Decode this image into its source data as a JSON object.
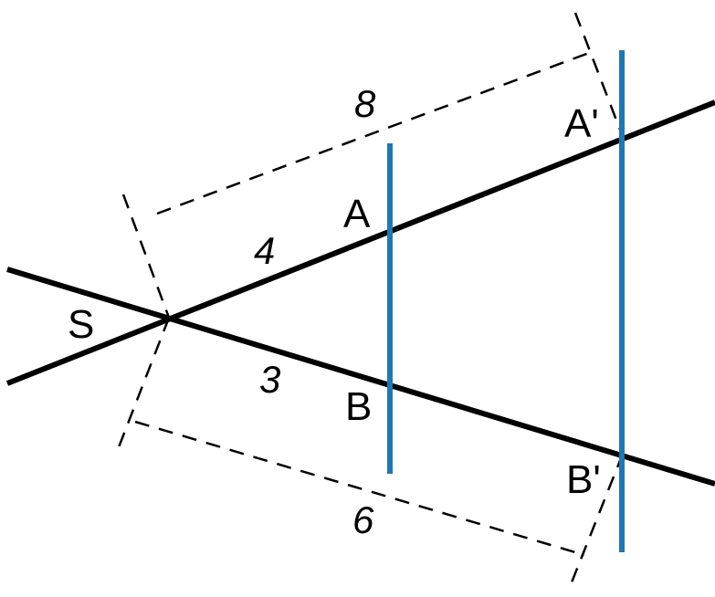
{
  "points": {
    "S": "S",
    "A": "A",
    "B": "B",
    "A_prime": "A'",
    "B_prime": "B'"
  },
  "lengths": {
    "SA": "4",
    "SB": "3",
    "SA_prime": "8",
    "SB_prime": "6"
  },
  "colors": {
    "rays": "#000000",
    "parallels": "#1f77b4",
    "dimension_lines": "#000000"
  }
}
